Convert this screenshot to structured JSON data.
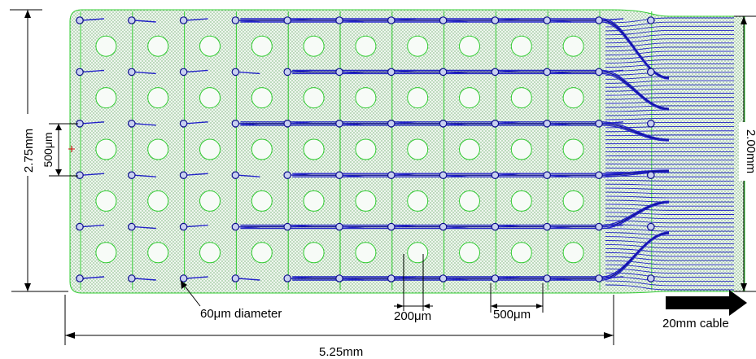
{
  "labels": {
    "height_left": "2.75mm",
    "height_right": "2.00mm",
    "pitch_vertical": "500μm",
    "electrode_diameter": "60μm diameter",
    "well_spacing": "200μm",
    "pitch_horizontal": "500μm",
    "cable": "20mm cable",
    "width": "5.25mm"
  },
  "colors": {
    "trace": "#2323c8",
    "trace_dark": "#0c0c8c",
    "outline": "#33cc33",
    "substrate_dot": "#5aa05a",
    "background": "#ffffff",
    "marker": "#cc0000"
  },
  "layout": {
    "electrode_rows": 6,
    "electrode_cols": 11,
    "well_rows": 5,
    "well_cols": 10,
    "cable_traces": 66
  }
}
